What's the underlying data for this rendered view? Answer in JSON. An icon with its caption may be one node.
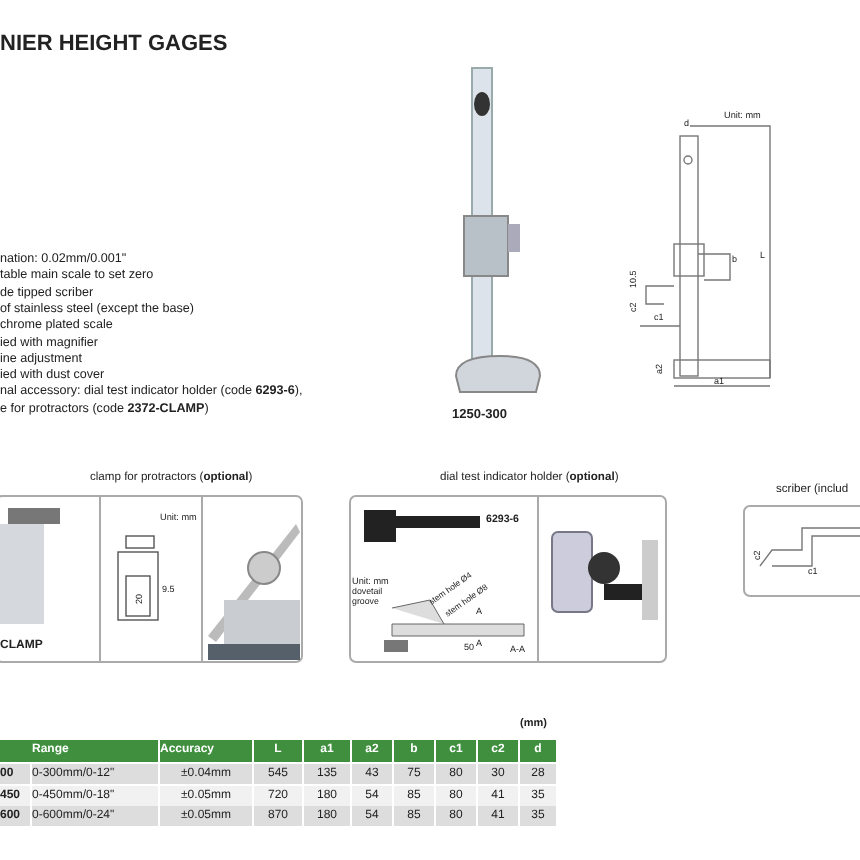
{
  "diagram": {
    "title": "NIER HEIGHT GAGES",
    "labels": [
      "nation: 0.02mm/0.001\"",
      "table main scale to set zero",
      "de tipped scriber",
      "of stainless steel (except the base)",
      "chrome plated scale",
      "ied with magnifier",
      "ine adjustment",
      "ied with dust cover",
      "nal accessory: dial test indicator holder (code **6293-6**),",
      "e for protractors (code **2372-CLAMP**)",
      "1250-300",
      "Unit: mm",
      "d",
      "b",
      "10.5",
      "c2",
      "L",
      "c1",
      "a2",
      "a1",
      "clamp for protractors (**optional**)",
      "dial test indicator holder (**optional**)",
      "scriber (includ",
      "Unit: mm",
      "20",
      "9.5",
      "CLAMP",
      "6293-6",
      "Unit: mm",
      "dovetail groove",
      "stem hole Ø4",
      "stem hole Ø8",
      "A",
      "50",
      "A",
      "A-A",
      "c2",
      "c1",
      "(mm)",
      "Range",
      "Accuracy",
      "L",
      "a1",
      "a2",
      "b",
      "c1",
      "c2",
      "d",
      "00",
      "0-300mm/0-12\"",
      "±0.04mm",
      "545",
      "135",
      "43",
      "75",
      "80",
      "30",
      "28",
      "450",
      "0-450mm/0-18\"",
      "±0.05mm",
      "720",
      "180",
      "54",
      "85",
      "80",
      "41",
      "35",
      "600",
      "0-600mm/0-24\"",
      "±0.05mm",
      "870",
      "180",
      "54",
      "85",
      "80",
      "41",
      "35"
    ]
  }
}
